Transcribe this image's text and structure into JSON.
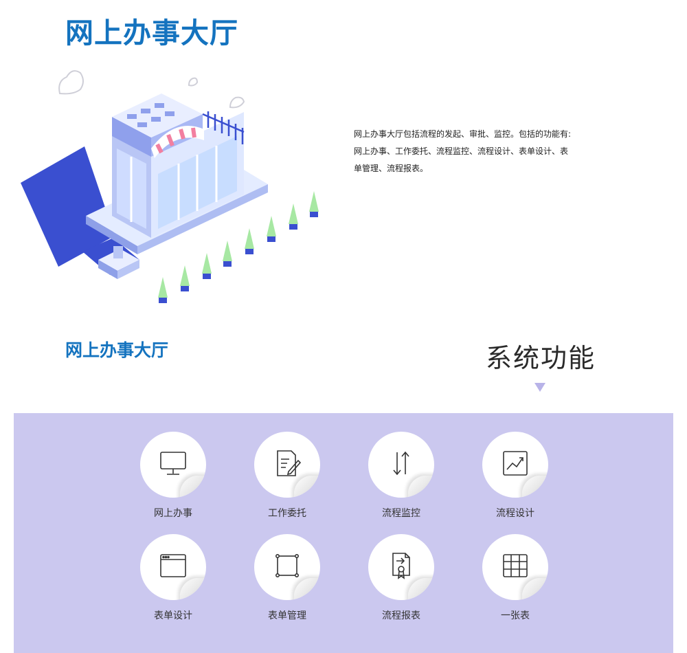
{
  "hero": {
    "title": "网上办事大厅",
    "description": "网上办事大厅包括流程的发起、审批、监控。包括的功能有:网上办事、工作委托、流程监控、流程设计、表单设计、表单管理、流程报表。"
  },
  "section": {
    "subtitle": "网上办事大厅",
    "heading": "系统功能"
  },
  "features": [
    {
      "label": "网上办事",
      "icon": "monitor-icon"
    },
    {
      "label": "工作委托",
      "icon": "document-pen-icon"
    },
    {
      "label": "流程监控",
      "icon": "up-down-arrows-icon"
    },
    {
      "label": "流程设计",
      "icon": "line-chart-icon"
    },
    {
      "label": "表单设计",
      "icon": "browser-window-icon"
    },
    {
      "label": "表单管理",
      "icon": "bounding-box-icon"
    },
    {
      "label": "流程报表",
      "icon": "certificate-document-icon"
    },
    {
      "label": "一张表",
      "icon": "table-grid-icon"
    }
  ],
  "colors": {
    "brand_blue": "#1473bf",
    "panel_bg": "#cbc8ef",
    "arrow": "#b8b3e8"
  }
}
